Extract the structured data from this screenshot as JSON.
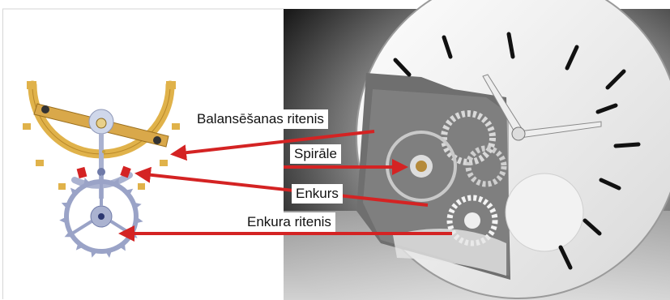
{
  "labels": {
    "balance_wheel": "Balansēšanas ritenis",
    "hairspring": "Spirāle",
    "anchor": "Enkurs",
    "escape_wheel": "Enkura ritenis"
  },
  "colors": {
    "arrow": "#d42323",
    "balance_rim": "#e0b24a",
    "escape_wheel": "#9aa3c7",
    "photo_bg_dark": "#1b1b1b"
  },
  "icons": {
    "left_drawing": "escapement-diagram",
    "right_photo": "watch-movement-cutaway"
  }
}
